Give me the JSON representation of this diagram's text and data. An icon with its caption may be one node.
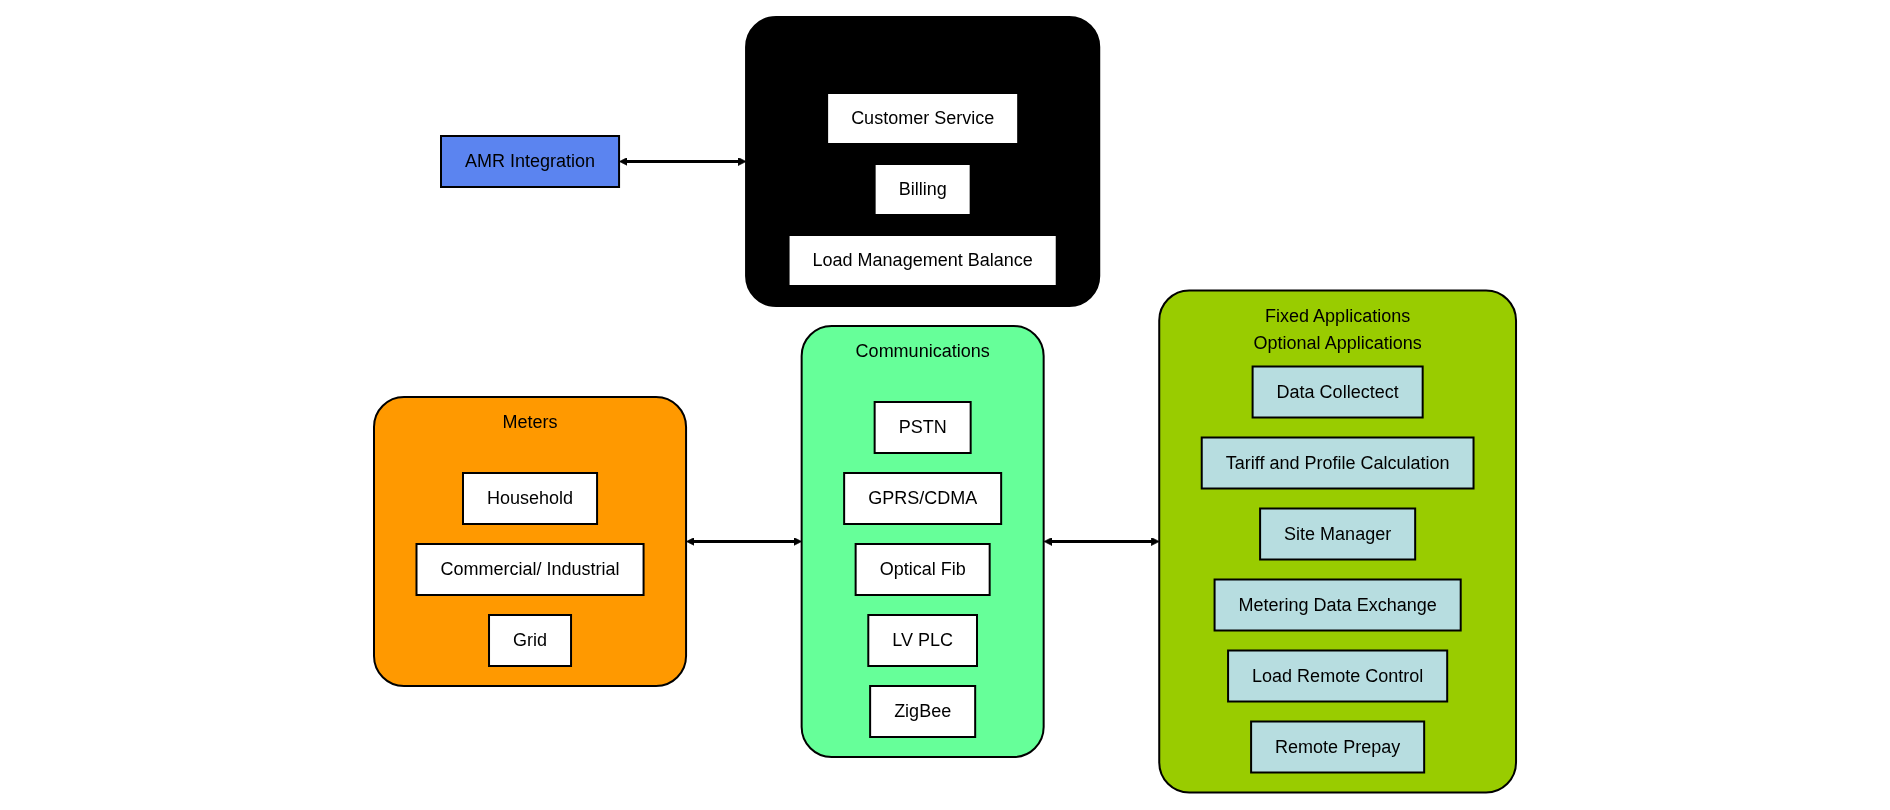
{
  "diagram": {
    "nodes": [
      {
        "text": [
          "Meters"
        ]
      },
      {
        "text": [
          "Household"
        ],
        "in": 0
      },
      {
        "text": [
          "Commercial/ Industrial"
        ],
        "in": 0
      },
      {
        "text": [
          "Grid"
        ],
        "in": 0
      },
      {
        "text": [
          "Communications"
        ]
      },
      {
        "text": [
          "PSTN"
        ],
        "in": 4
      },
      {
        "text": [
          "GPRS/CDMA"
        ],
        "in": 4
      },
      {
        "text": [
          "Optical Fib"
        ],
        "in": 4
      },
      {
        "text": [
          "LV PLC"
        ],
        "in": 4
      },
      {
        "text": [
          "ZigBee"
        ],
        "in": 4
      },
      {
        "text": [
          "Fixed Applications",
          "Optional Applications"
        ]
      },
      {
        "text": [
          "Data Collectect"
        ],
        "in": 10
      },
      {
        "text": [
          "Tariff and Profile Calculation"
        ],
        "in": 10
      },
      {
        "text": [
          "Site Manager"
        ],
        "in": 10
      },
      {
        "text": [
          "Metering Data Exchange"
        ],
        "in": 10
      },
      {
        "text": [
          "Load Remote Control"
        ],
        "in": 10
      },
      {
        "text": [
          "Remote Prepay"
        ],
        "in": 10
      },
      {
        "text": [
          "AMR Integration"
        ]
      },
      {
        "text": [],
        "shape": "box"
      },
      {
        "text": [
          "Customer Service"
        ],
        "in": 18
      },
      {
        "text": [
          "Billing"
        ],
        "in": 18
      },
      {
        "text": [
          "Load Management Balance"
        ],
        "in": 18
      }
    ],
    "edges": [
      {
        "from": 0,
        "to": 4,
        "arrow": "both"
      },
      {
        "from": 4,
        "to": 10,
        "arrow": "both"
      },
      {
        "from": 17,
        "to": 18,
        "arrow": "both"
      }
    ]
  }
}
